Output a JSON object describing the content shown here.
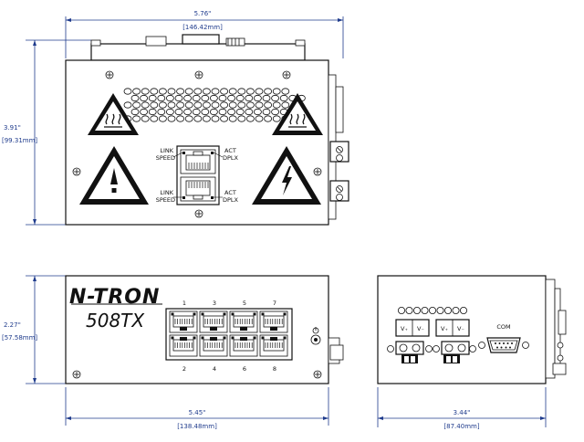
{
  "dimensions": {
    "top_width_in": "5.76\"",
    "top_width_mm": "[146.42mm]",
    "top_height_in": "3.91\"",
    "top_height_mm": "[99.31mm]",
    "front_height_in": "2.27\"",
    "front_height_mm": "[57.58mm]",
    "front_width_in": "5.45\"",
    "front_width_mm": "[138.48mm]",
    "side_width_in": "3.44\"",
    "side_width_mm": "[87.40mm]"
  },
  "top_view": {
    "port_labels": {
      "link": "LINK",
      "speed": "SPEED",
      "act": "ACT",
      "dplx": "DPLX"
    }
  },
  "front_view": {
    "brand": "N-TRON",
    "model": "508TX",
    "top_port_numbers": [
      "1",
      "3",
      "5",
      "7"
    ],
    "bottom_port_numbers": [
      "2",
      "4",
      "6",
      "8"
    ]
  },
  "side_view": {
    "com_label": "COM",
    "power_label_plus": "V₊",
    "power_label_minus": "V₋"
  }
}
